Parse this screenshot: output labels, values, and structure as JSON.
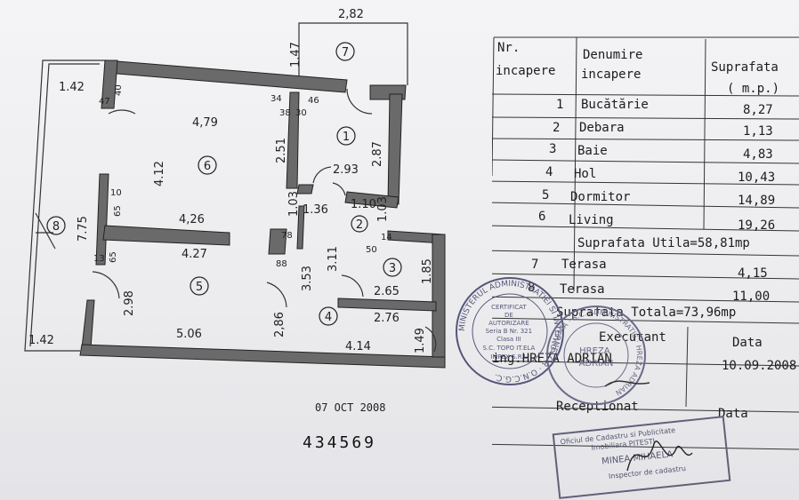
{
  "plan": {
    "dims": {
      "top_282": "2,82",
      "d147": "1.47",
      "d142_top": "1.42",
      "d142_bottom": "1.42",
      "d47": "47",
      "d40": "40",
      "d479": "4,79",
      "d34": "34",
      "d38": "38",
      "d30": "30",
      "d46": "46",
      "d412": "4.12",
      "d251": "2.51",
      "d287": "2.87",
      "d293": "2.93",
      "d10": "10",
      "d65a": "65",
      "d426": "4,26",
      "d103a": "1.03",
      "d136": "1.36",
      "d110": "1.10",
      "d103b": "1.03",
      "d775": "7.75",
      "d78": "78",
      "d50": "50",
      "d14": "14",
      "d13": "13",
      "d65b": "65",
      "d427": "4.27",
      "d88": "88",
      "d311": "3.11",
      "d353": "3.53",
      "d185": "1.85",
      "d298": "2.98",
      "d265": "2.65",
      "d286": "2,86",
      "d276": "2.76",
      "d506": "5.06",
      "d414": "4.14",
      "d149": "1.49"
    },
    "rooms": [
      "1",
      "2",
      "3",
      "4",
      "5",
      "6",
      "7",
      "8"
    ]
  },
  "legend": {
    "header": {
      "nr_line1": "Nr.",
      "nr_line2": "incapere",
      "name_line1": "Denumire",
      "name_line2": "incapere",
      "area_line1": "Suprafata",
      "area_line2": "( m.p.)"
    },
    "rows": [
      {
        "nr": "1",
        "name": "Bucătărie",
        "area": "8,27"
      },
      {
        "nr": "2",
        "name": "Debara",
        "area": "1,13"
      },
      {
        "nr": "3",
        "name": "Baie",
        "area": "4,83"
      },
      {
        "nr": "4",
        "name": "Hol",
        "area": "10,43"
      },
      {
        "nr": "5",
        "name": "Dormitor",
        "area": "14,89"
      },
      {
        "nr": "6",
        "name": "Living",
        "area": "19,26"
      }
    ],
    "useful_area": "Suprafata Utila=58,81mp",
    "terrace_rows": [
      {
        "nr": "7",
        "name": "Terasa",
        "area": "4,15"
      },
      {
        "nr": "8",
        "name": "Terasa",
        "area": "11,00"
      }
    ],
    "total_area": "Suprafata Totala=73,96mp",
    "executant_label": "Executant",
    "data_label": "Data",
    "executant_name": "ing.HREZA ADRIAN",
    "executant_date": "10.09.2008",
    "receptionat_label": "Receptionat",
    "data_label2": "Data"
  },
  "stamps": {
    "round1_text": "MINISTERUL ADMINISTRATIEI SI INTERNELOR · O.N.C.G.C.",
    "round1_inner": [
      "CERTIFICAT",
      "DE",
      "AUTORIZARE",
      "Seria B Nr. 321",
      "Clasa III",
      "S.C. TOPO IT.ELA",
      "IMPEX S.R.L."
    ],
    "round2_text": "ROMANIA · S.C. ADMINISTRATIE · HREZA ADRIAN",
    "round2_inner": [
      "HREZA",
      "ADRIAN"
    ],
    "office_stamp_lines": [
      "Oficiul de Cadastru si Publicitate",
      "Imobiliara PITESTI",
      "MINEA MIHAELA",
      "Inspector de cadastru"
    ]
  },
  "date_stamp": "07 OCT 2008",
  "reference_number": "434569"
}
